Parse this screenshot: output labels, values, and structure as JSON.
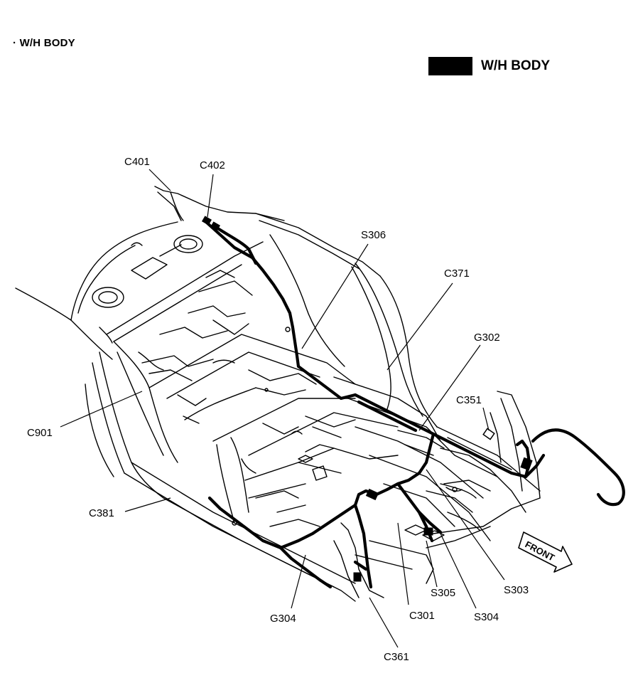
{
  "title": "· W/H BODY",
  "legend": {
    "label": "W/H BODY",
    "swatch_color": "#000000"
  },
  "labels": {
    "c401": "C401",
    "c402": "C402",
    "s306": "S306",
    "c371": "C371",
    "g302": "G302",
    "c351": "C351",
    "c901": "C901",
    "c381": "C381",
    "g304": "G304",
    "c361": "C361",
    "c301": "C301",
    "s305": "S305",
    "s304": "S304",
    "s303": "S303"
  },
  "front_arrow": {
    "label": "FRONT"
  }
}
